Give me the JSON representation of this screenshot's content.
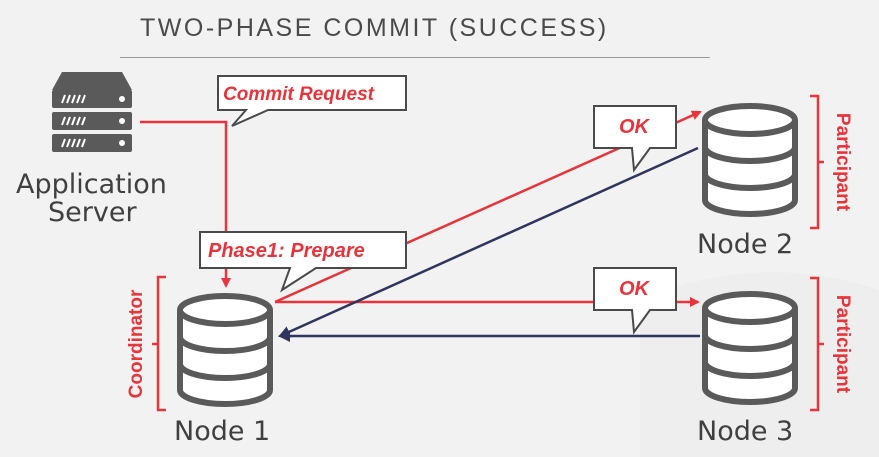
{
  "title": "TWO-PHASE COMMIT (SUCCESS)",
  "nodes": {
    "app_server_line1": "Application",
    "app_server_line2": "Server",
    "node1": "Node 1",
    "node2": "Node 2",
    "node3": "Node 3"
  },
  "roles": {
    "coordinator": "Coordinator",
    "participant_top": "Participant",
    "participant_bottom": "Participant"
  },
  "callouts": {
    "commit_request": "Commit Request",
    "phase1": "Phase1: Prepare",
    "ok_node2": "OK",
    "ok_node3": "OK"
  },
  "colors": {
    "accent_red": "#e8343b",
    "arrow_navy": "#2e3560",
    "icon_gray": "#5a5a5a"
  },
  "icons": {
    "server": "server-rack-icon",
    "database": "database-cylinder-icon"
  }
}
